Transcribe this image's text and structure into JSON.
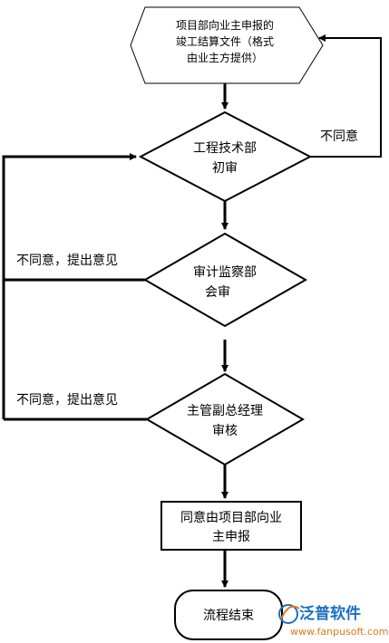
{
  "nodes": {
    "start": {
      "lines": [
        "项目部向业主申报的",
        "竣工结算文件（格式",
        "由业主方提供）"
      ]
    },
    "review1": {
      "lines": [
        "工程技术部",
        "初审"
      ]
    },
    "review2": {
      "lines": [
        "审计监察部",
        "会审"
      ]
    },
    "review3": {
      "lines": [
        "主管副总经理",
        "审核"
      ]
    },
    "approve": {
      "lines": [
        "同意由项目部向业",
        "主申报"
      ]
    },
    "end": {
      "lines": [
        "流程结束"
      ]
    }
  },
  "edges": {
    "reject_right": "不同意",
    "reject_left_1": "不同意，提出意见",
    "reject_left_2": "不同意，提出意见"
  },
  "watermark": {
    "brand": "泛普软件",
    "url": "www.fanpusoft.com",
    "brand_color": "#1a6fc4",
    "url_color": "#e07a1a"
  }
}
